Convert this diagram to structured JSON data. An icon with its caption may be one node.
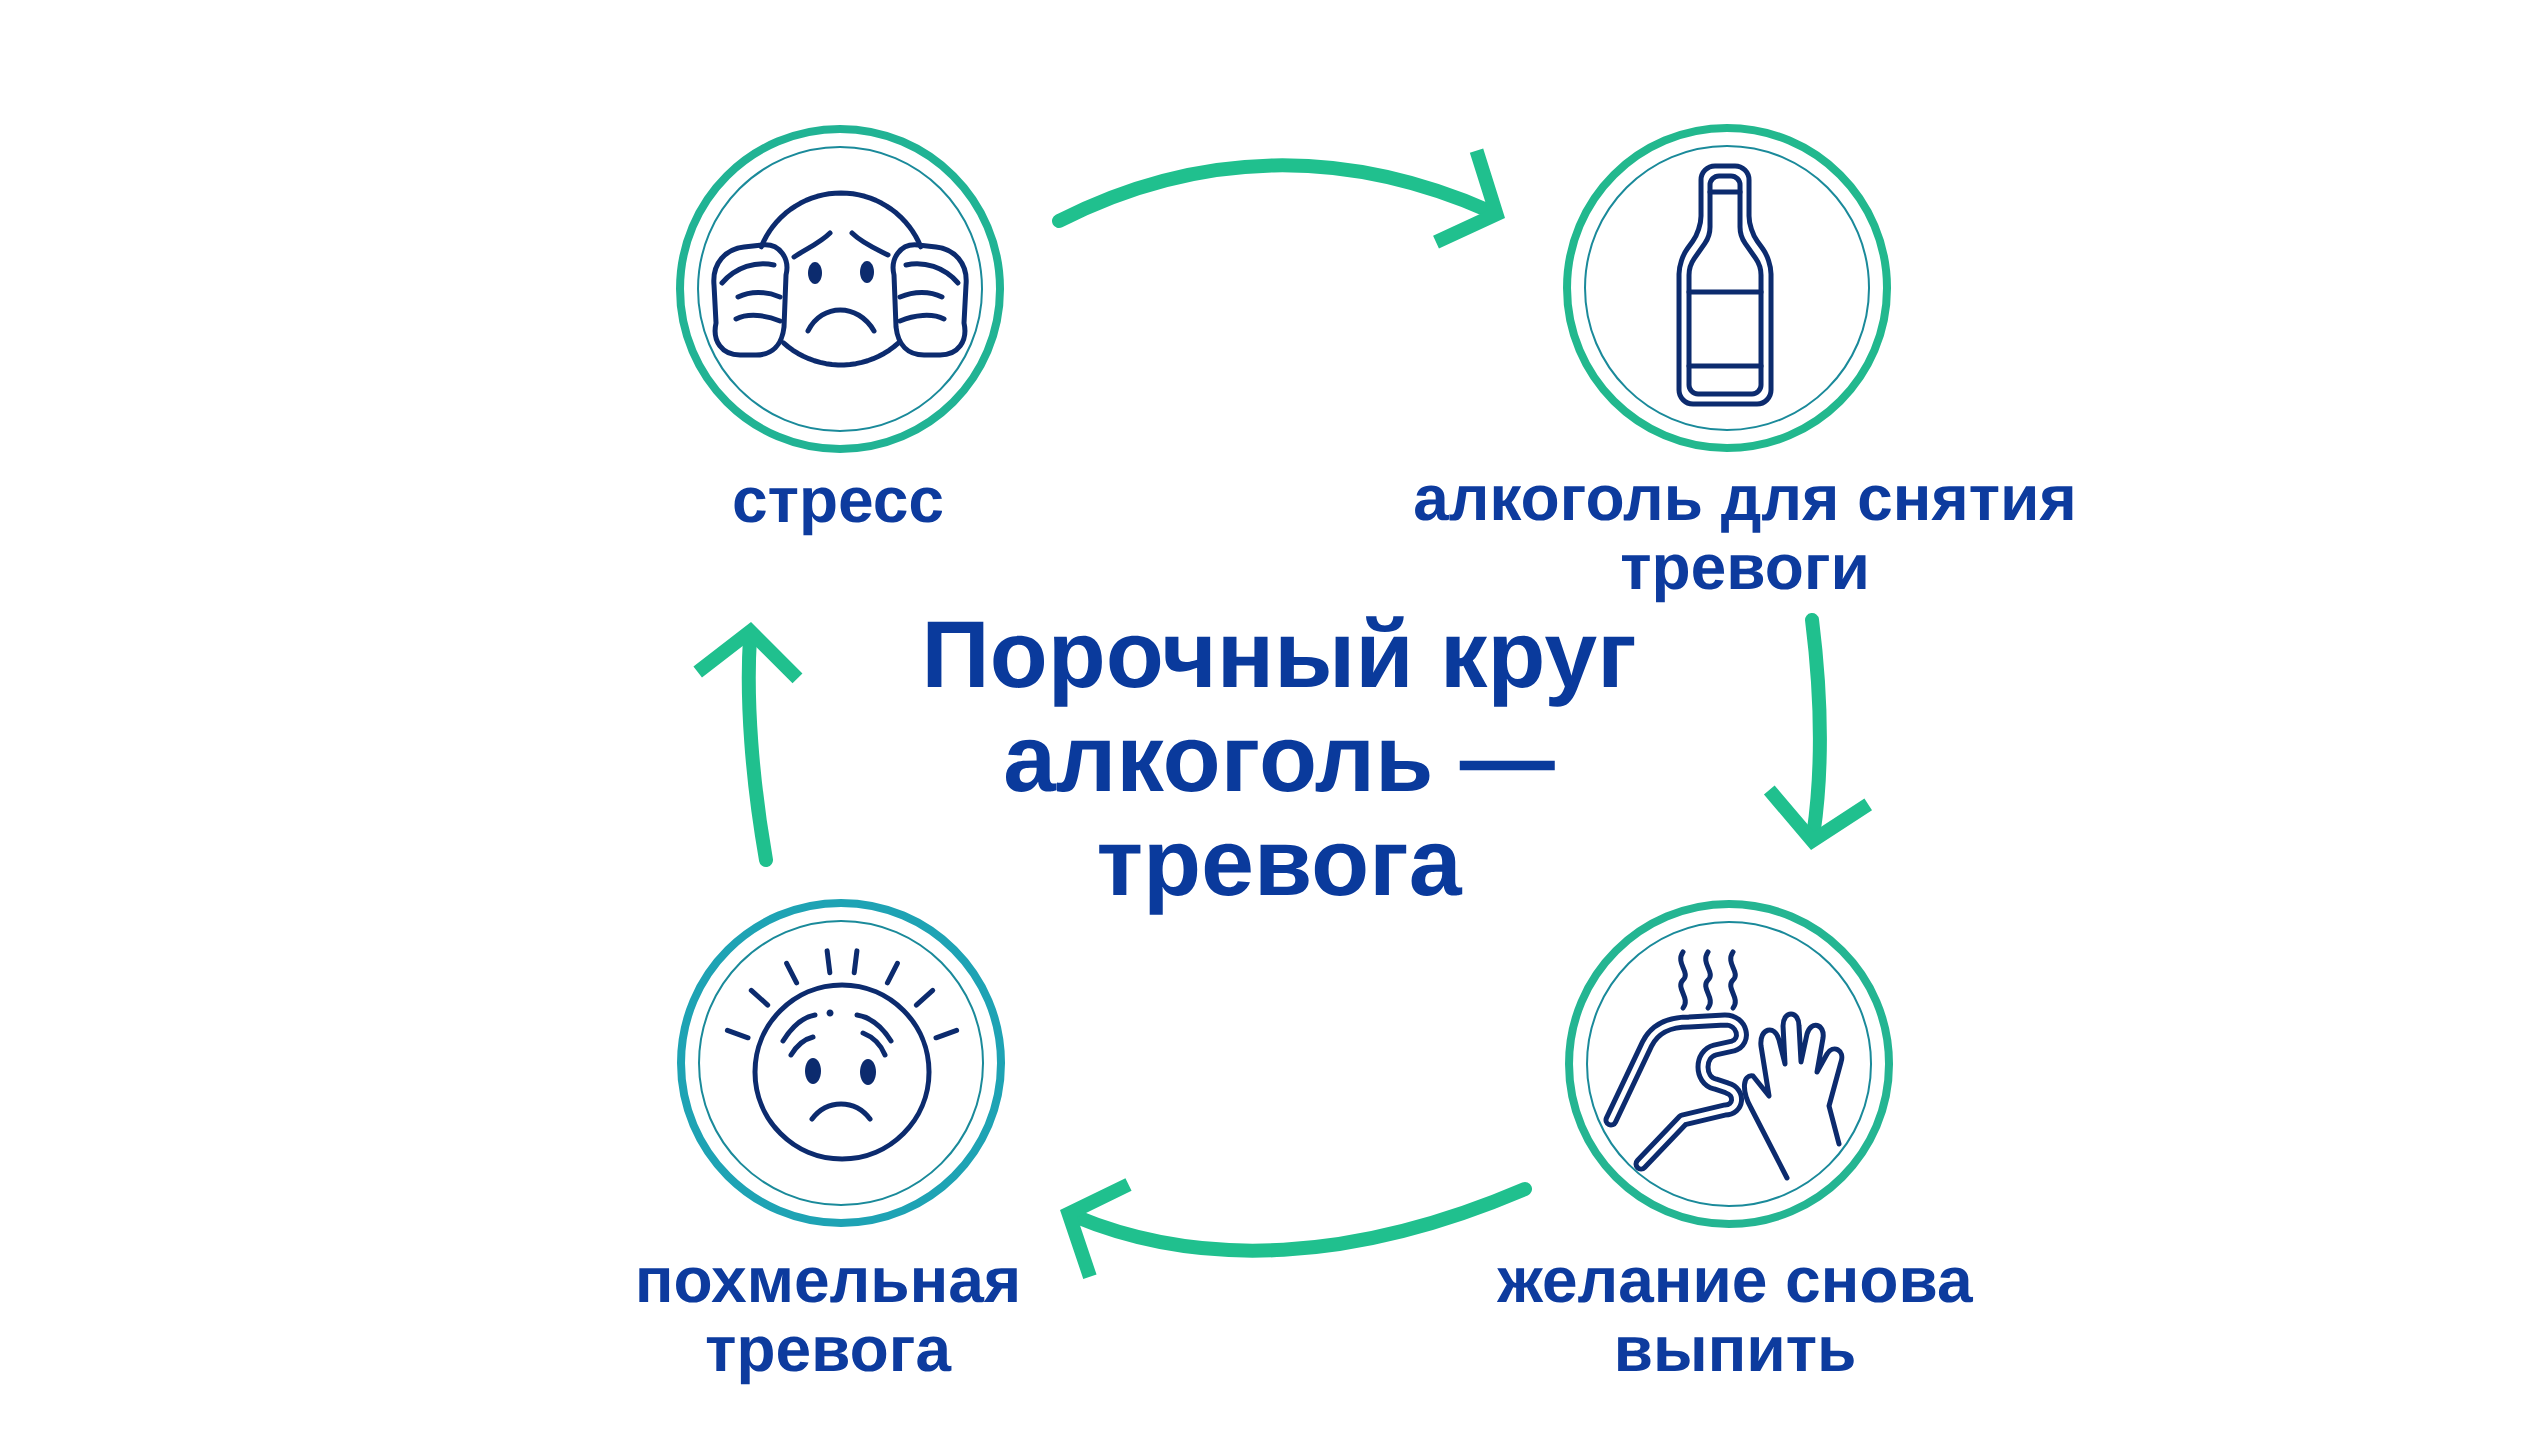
{
  "diagram": {
    "title": "Порочный круг алкоголь — тревога",
    "nodes": [
      {
        "text": [
          "стресс"
        ]
      },
      {
        "text": [
          "алкоголь для снятия тревоги"
        ]
      },
      {
        "text": [
          "желание снова выпить"
        ]
      },
      {
        "text": [
          "похмельная тревога"
        ]
      }
    ],
    "edges": [
      {
        "from": 0,
        "to": 1,
        "arrow": "to"
      },
      {
        "from": 1,
        "to": 2,
        "arrow": "to"
      },
      {
        "from": 2,
        "to": 3,
        "arrow": "to"
      },
      {
        "from": 3,
        "to": 0,
        "arrow": "to"
      }
    ]
  }
}
